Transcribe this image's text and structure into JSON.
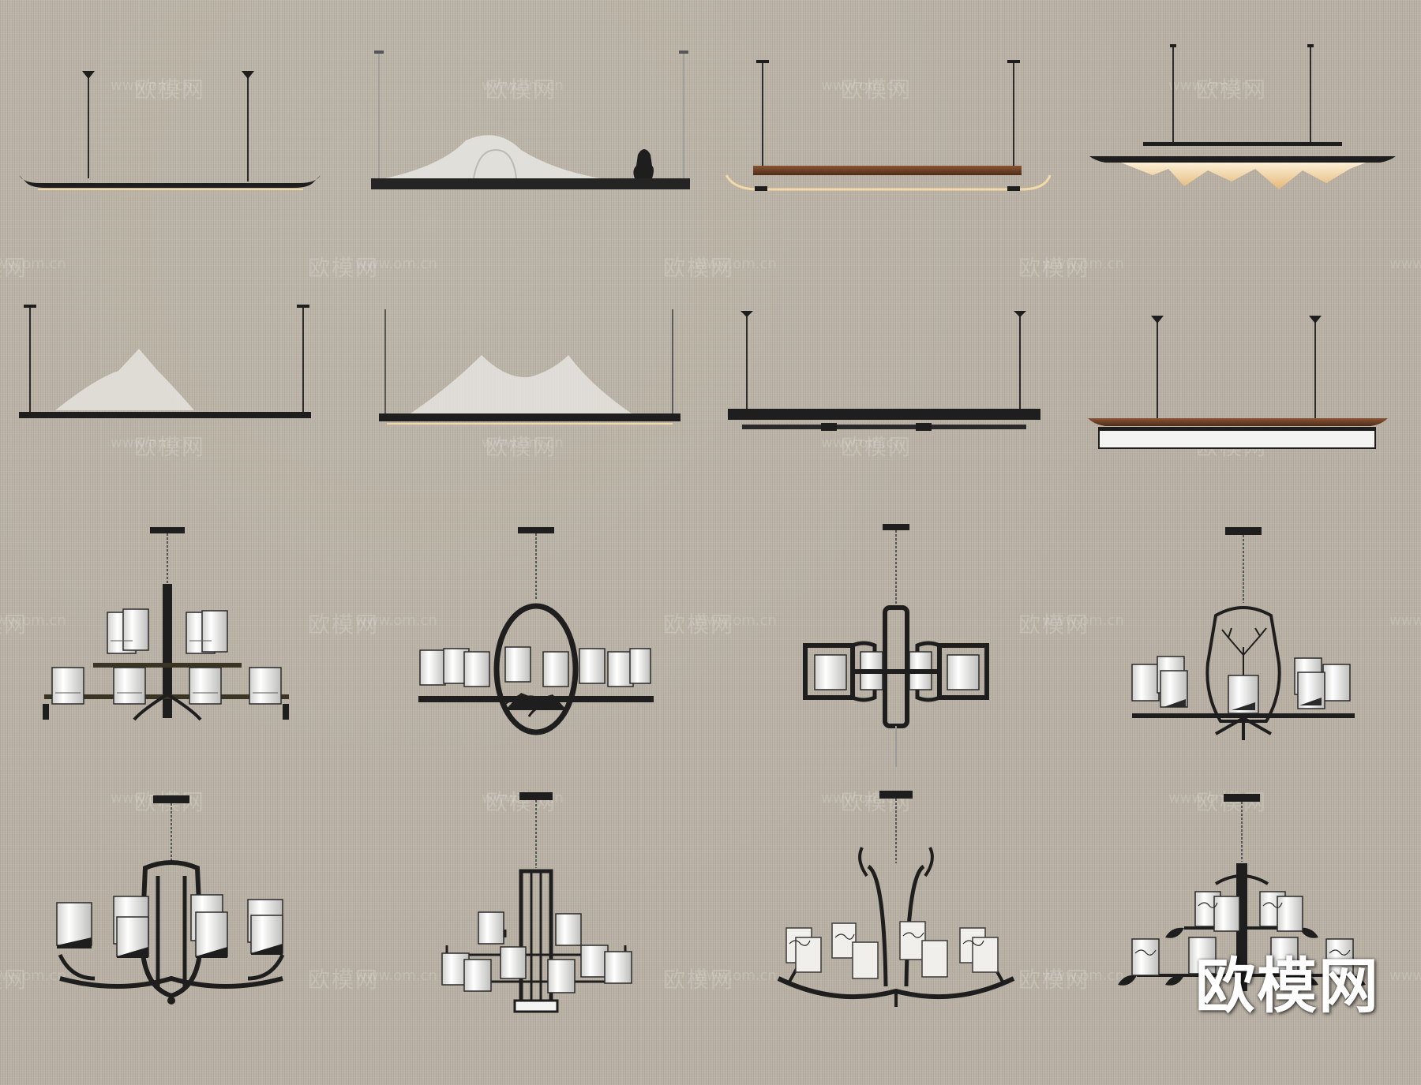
{
  "watermark": {
    "logo_text": "欧模网",
    "url_text": "www.om.cn"
  },
  "brand_text": "欧模网",
  "colors": {
    "background": "#b9b1a4",
    "metal": "#1e1e1e",
    "wood": "#6b3f26",
    "glow": "#f3d9a8",
    "shade": "#f2f2f0",
    "mountain": "#e8e6e2"
  },
  "catalog": {
    "rows": [
      {
        "row": 1,
        "type": "linear pendant",
        "items": [
          "boat-shaped bar",
          "bridge-and-figure bar",
          "wood-beam bar",
          "mountain-ridge bar"
        ]
      },
      {
        "row": 2,
        "type": "linear pendant",
        "items": [
          "mountain-peak bar",
          "double-mountain bar",
          "double-rail bar",
          "wood-frame lightbox"
        ]
      },
      {
        "row": 3,
        "type": "chandelier",
        "items": [
          "two-tier lattice chandelier",
          "ring chandelier",
          "square-loop chandelier",
          "branch-cage chandelier"
        ]
      },
      {
        "row": 4,
        "type": "chandelier",
        "items": [
          "curved-arm chandelier",
          "column-cage chandelier",
          "mountain-shade chandelier",
          "two-tier leaf chandelier"
        ]
      }
    ]
  }
}
